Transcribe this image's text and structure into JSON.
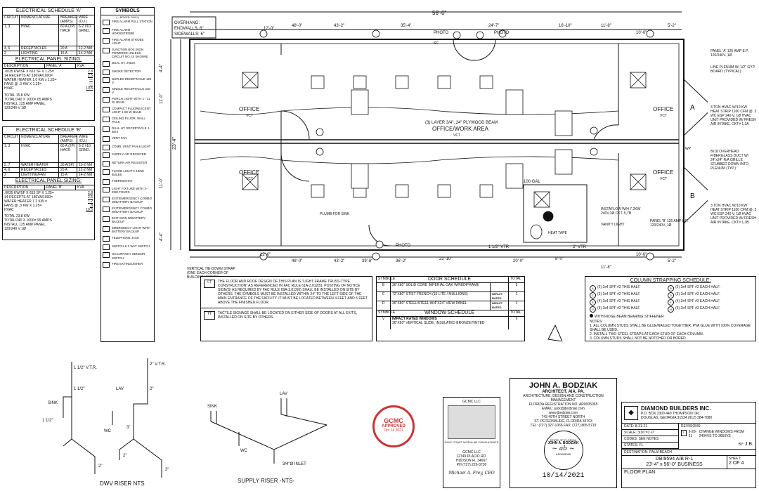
{
  "schedule_a": {
    "title": "ELECTRICAL SCHEDULE 'A'",
    "headers": [
      "CIRCUIT",
      "NOMENCLATURE",
      "BREAKER (AMPS)",
      "WIRE (CU.)"
    ],
    "rows": [
      [
        "1, 3",
        "HVAC",
        "60 A (2P) HACR",
        "6-2 #10 GRND."
      ],
      [
        "4, 6",
        "RECEPTACLES",
        "20 A",
        "12-2 NM"
      ],
      [
        "2",
        "LIGHTING",
        "15 A",
        "14-2 NM"
      ]
    ],
    "sizing_title": "ELECTRICAL PANEL SIZING:",
    "sizing_headers": [
      "DESCRIPTION",
      "PANEL 'A'",
      "KVA"
    ],
    "sizing_lines": [
      [
        ".0035 KW/SF X 653 SF X 1.25=",
        "2.8"
      ],
      [
        "14 RECEPTS AT 180VA/1000=",
        "2.5"
      ],
      [
        "WATER HEATER 1.0 KW x 1.25=",
        "—"
      ],
      [
        "FANS @ .3 KW X 1.25=",
        "—"
      ],
      [
        "HVAC",
        "10.5"
      ]
    ],
    "total_kw": "TOTAL      15.8 KW",
    "total_amps": "TOTAL/240 X 1000=   65 AMPS",
    "install": "INSTALL   125    AMP PANEL",
    "voltage": "120/240 V 1Ø"
  },
  "schedule_b": {
    "title": "ELECTRICAL SCHEDULE 'B'",
    "headers": [
      "CIRCUIT",
      "NOMENCLATURE",
      "BREAKER (AMPS)",
      "WIRE (CU.)"
    ],
    "rows": [
      [
        "1, 3",
        "HVAC",
        "60 A (2P) HACR",
        "6-2 #10 GRND."
      ],
      [
        "5, 7",
        "WATER HEATER",
        "30 A(2P)",
        "10-2 NM"
      ],
      [
        "4, 6",
        "RECEPTACLES",
        "20 A",
        "12-2 NM"
      ],
      [
        "2",
        "LIGHTING/FAN",
        "15 A",
        "14-2 NM"
      ]
    ],
    "sizing_title": "ELECTRICAL PANEL SIZING:",
    "sizing_headers": [
      "DESCRIPTION",
      "PANEL 'B'",
      "KVA"
    ],
    "sizing_lines": [
      [
        ".0035 KW/SF X 653 SF X 1.25=",
        "2.8"
      ],
      [
        "14 RECEPTS AT 180VA/1000=",
        "2.5"
      ],
      [
        "WATER HEATER 7.2 KW =",
        "7.2"
      ],
      [
        "FANS @ .3 KW X 1.25=",
        ".8"
      ],
      [
        "HVAC",
        "10.5"
      ]
    ],
    "total_kw": "TOTAL      23.8 KW",
    "total_amps": "TOTAL/240 X 1000=   99 AMPS",
    "install": "INSTALL   125    AMP PANEL",
    "voltage": "120/240 V 1Ø"
  },
  "symbols": {
    "title": "SYMBOLS",
    "note": "(—BOXED ONLY)",
    "items": [
      "FIRE ALARM PULL STATION",
      "FIRE ALARM HORN/STROBE",
      "FIRE ALARM STROBE LIGHT",
      "JUNCTION BOX (NON POWERED UNLESS CIRCUIT NO. IS SHOWN)",
      "DUAL HT. J-BOX",
      "SMOKE DETECTOR",
      "DUPLEX RECEPTACLE 120 V.",
      "SINGLE RECEPTACLE 240 V.",
      "PORCH LIGHT WITH 1 - 11 W. BULB",
      "COMPACT FLUORESCENT LIGHT 1-60 W. BULB",
      "CEILING FLUOR. WALL PACK",
      "DUAL HT. RECEPTACLE J-BOX",
      "VENT FAN",
      "COMB. VENT FAN & LIGHT",
      "SUPPLY AIR REGISTER",
      "RETURN AIR REGISTER",
      "FLOOD LIGHT 2-150W BULBS",
      "THERMOSTAT",
      "LIGHT FIXTURE WITH 3-25W FOURS",
      "EXIT/EMERGENCY COMBO W/BATTERY BACKUP",
      "EXIT/EMERGENCY COMBO W/BATTERY BACKUP",
      "EXIT SIGN W/BATTERY BACKUP",
      "EMERGENCY LIGHT WITH BATTERY BACKUP",
      "TELEPHONE JACK",
      "SWITCH & 3 WAY SWITCH",
      "OCCUPANCY SENSOR SWITCH",
      "FIRE EXTINGUISHER"
    ]
  },
  "plan": {
    "overhang": "OVERHANG:",
    "endwalls": "ENDWALLS: 6\"",
    "sidewalls": "SIDEWALLS: 6\"",
    "overall_width": "56'-0\"",
    "top_dims": [
      "12'-0\"",
      "48'-0\"",
      "43'-2\"",
      "35'-4\"",
      "24'-7\"",
      "16'-10\"",
      "11'-8\"",
      "10'-0\"",
      "5'-2\""
    ],
    "bottom_dims": [
      "12'-0\"",
      "48'-0\"",
      "43'-2\"",
      "39'-8\"",
      "36'-2\"",
      "22'-10\"",
      "20'-0\"",
      "8'-0\"",
      "11'-8\"",
      "10'-0\"",
      "5'-2\""
    ],
    "left_dims": [
      "4'-4\"",
      "11'-0\"",
      "23'-4\"",
      "11'-0\"",
      "4'-4\""
    ],
    "rooms": [
      {
        "name": "OFFICE",
        "finish": "VCT"
      },
      {
        "name": "OFFICE",
        "finish": "VCT"
      },
      {
        "name": "OFFICE",
        "finish": "VCT"
      },
      {
        "name": "OFFICE",
        "finish": "VCT"
      },
      {
        "name": "OFFICE/WORK AREA",
        "finish": "VCT"
      }
    ],
    "beam_label": "(3) LAYER 3/4\", 24\" PLYWOOD BEAM",
    "photo_labels": [
      "PHOTO",
      "PHOTO",
      "PHOTO"
    ],
    "plumb_label": "PLUMB FOR SINK",
    "instaflow": "INSTAFLOW W/H 7.2KW 240V,1Ø CKT. 5,7B",
    "vanity": "VANITY LIGHT",
    "gal_label": "100 GAL",
    "heat_tape": "HEAT TAPE",
    "vtr1": "1 1/2\" VTR",
    "vtr2": "2\" VTR",
    "strap_note": "VERTICAL TIE-DOWN STRAP (ONE EACH CORNER OF BUILDING) TYPICAL",
    "panel_a": "PANEL 'A' 125 AMP E.P. 120/240V.,1Ø",
    "panel_b": "PANEL 'B' 125 AMP E.P. 120/240V.,1Ø",
    "line_plenum": "LINE PLENUM W/ 1/2\" GYP. BOARD (TYPICAL)",
    "hvac_a": "3 TON HVAC W/10 KW HEAT STRIP 1100 CFM @ .3 WC ESP 240 V, 1Ø HVAC UNIT PROVIDED W/ FRESH AIR INTAKE. CKT# 1,3A",
    "duct": "8x18 OVERHEAD FIBERGLASS DUCT W/ 24\"x24\" R/A GRILLE STUBBED DOWN INTO PLENUM (TYP.)",
    "hvac_b": "3 TON HVAC W/10 KW HEAT STRIP 1100 CFM @ .3 WC ESP 240 V, 1Ø HVAC UNIT PROVIDED W/ FRESH AIR INTAKE. CKT# 1,3B",
    "unit_a": "A",
    "unit_b": "B",
    "sc_label": "SC",
    "wp_label": "WP"
  },
  "notes": {
    "lt_tag": "LT",
    "lt_text": "THE FLOOR AND ROOF DESIGN OF THIS PLAN IS \"LIGHT FRAME TRUSS-TYPE CONSTRUCTION\" AS REFERENCED IN FAC RULE 61A-3.012(5). POSTING OF NOTICE SIGN(S) AS REQUIRED BY FAC RULE 69A-3.012(6) SHALL BE INSTALLED ON SITE BY OTHERS. THE SYMBOLS MUST BE INSTALLED WITHIN 24\" TO THE LEFT SIDE OF THE MAIN ENTRANCE OF THE FACILITY. IT MUST BE LOCATED BETWEEN 4 FEET AND 6 FEET ABOVE THE FINISHED FLOOR.",
    "tt_tag": "TT",
    "tt_text": "TACTILE SIGNAGE SHALL BE LOCATED ON EITHER SIDE OF DOORS AT ALL EXITS, INSTALLED ON SITE BY OTHERS."
  },
  "door_schedule": {
    "headers": [
      "SYMBOLE",
      "DOOR SCHEDULE",
      "TOTAL"
    ],
    "rows": [
      {
        "sym": "B",
        "desc": "36\"X80\" SOLID CORE IMPERIAL OAK W/REDIFRAME",
        "rating": "",
        "total": "5"
      },
      {
        "sym": "C",
        "desc": "72\"X80\" ST/ST FRENCH (15 LITE / MULLIONS)",
        "rating": "IMPACT RATED",
        "total": "1"
      },
      {
        "sym": "D",
        "desc": "36\"X80\" STEEL/STEEL W/4\"X24\" VIEW PANEL",
        "rating": "IMPACT RATED",
        "total": "1"
      }
    ],
    "window_headers": [
      "SYMBOLE",
      "WINDOW SCHEDULE",
      "TOTAL"
    ],
    "window_row": {
      "sym": "V",
      "desc1": "IMPACT RATED WINDOWS",
      "desc2": "36\"X60\" VERTICAL SLIDE, INSULATED BRONZE/TINTED",
      "total": "9"
    }
  },
  "strapping": {
    "title": "COLUMN STRAPPING SCHEDULE:",
    "rows": [
      [
        "A",
        "(2) 2x4 SPF #2 THIS HALF.",
        "B",
        "(2) 2x4 SPF #2 EACH HALF."
      ],
      [
        "C",
        "(3) 2x4 SPF #2 THIS HALF.",
        "D",
        "(3) 2x4 SPF #2 EACH HALF."
      ],
      [
        "E",
        "(4) 2x4 SPF #2 THIS HALF.",
        "F",
        "(4) 2x4 SPF #2 EACH HALF."
      ],
      [
        "G",
        "(5) 2x4 SPF #2 THIS HALF.",
        "H",
        "(5) 2x4 SPF #2 EACH HALF."
      ]
    ],
    "ridge": "WITH RIDGE BEAM BEARING STIFFENER",
    "notes_title": "NOTES:",
    "notes": [
      "1.  ALL COLUMN STUDS SHALL BE GLUE/NAILED TOGETHER. PVA GLUE WITH 100% COVERAGE SHALL BE USED.",
      "2.  INSTALL TWO STEEL STRAPS AT EACH STUD OF EACH COLUMN.",
      "3.  COLUMN STUDS SHALL NOT BE NOTCHED OR BORED."
    ]
  },
  "dwv": {
    "title": "DWV RISER    NTS",
    "labels": [
      "1 1/2\" V.T.R.",
      "2\" V.T.R.",
      "1 1/2\"",
      "1 1/2\"",
      "SINK",
      "LAV",
      "WC",
      "2\"",
      "3\"",
      "2\"",
      "2\"",
      "3\""
    ]
  },
  "supply": {
    "title": "SUPPLY RISER    -NTS-",
    "labels": [
      "SINK",
      "LAV",
      "WC",
      "3/4\"Ø INLET"
    ]
  },
  "gcmc": {
    "name": "GCMC",
    "approved": "APPROVED",
    "date": "Oct 14 2021"
  },
  "gcmc_card": {
    "top": "GCMC LLC",
    "caption": "GULF COAST MODULAR CONSULTANTS",
    "company": "GCMC LLC",
    "addr1": "12749 PLACID RD.",
    "addr2": "HUDSON FL 34667",
    "phone": "PH (727) 226-3730",
    "sign": "Michael A. Frey, CEO"
  },
  "architect": {
    "name": "JOHN A. BODZIAK",
    "title": "ARCHITECT, AIA, PA.",
    "services": "ARCHITECTURE, DESIGN AND CONSTRUCTION MANAGEMENT",
    "registration": "FLORIDA REGISTRATION NO. AR0005065",
    "email": "EMAIL: jack@jbodziak.com",
    "web": "www.jbodziak.com",
    "address": "743 49TH STREET NORTH",
    "city": "ST. PETERSBURG, FLORIDA 33703",
    "phone": "TEL: (727) 327-1066   FAX: (727) 865-5719",
    "seal_top": "STATE OF FLORIDA",
    "seal_name": "JOHN A. BODZIAK",
    "seal_no": "AR0005065",
    "date": "10/14/2021"
  },
  "title_block": {
    "company": "DIAMOND BUILDERS INC.",
    "address": "P.O. BOX 2300   440 THOMPSON DR.",
    "city": "DOUGLAS, GEORGIA 31534   (912) 384-7080",
    "date_label": "DATE:",
    "date": "8-31-21",
    "revisions_label": "REVISIONS:",
    "scale_label": "SCALE:",
    "scale": "3/16\"=1'-0\"",
    "codes_label": "CODES:",
    "codes": "SEE NOTES",
    "rev_num": "1",
    "rev_date": "9-28-21",
    "rev_text": "CHANGE WINDOWS FROM 2404VS TO 3660VS",
    "states_label": "STATES:",
    "states": "FL",
    "dest_label": "DESTINATION:",
    "dest": "PALM BEACH",
    "by_label": "BY:",
    "by": "J.B.",
    "project": "DBI9594 A/B R-1",
    "project2": "23'-4\" x 56'-0\" BUSINESS",
    "sheet_label": "SHEET:",
    "sheet": "2 OF 4",
    "drawing": "FLOOR PLAN"
  }
}
